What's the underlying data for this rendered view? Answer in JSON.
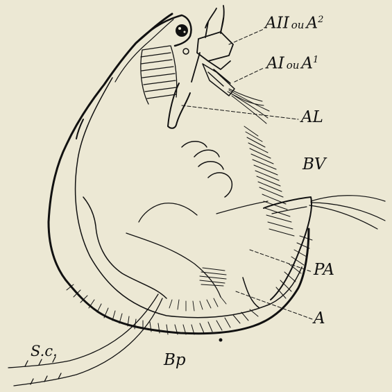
{
  "figure": {
    "background_color": "#ece8d4",
    "ink_color": "#111111"
  },
  "labels": {
    "a2": {
      "main": "AII",
      "mid": "ou",
      "end": "A",
      "sup": "2"
    },
    "a1": {
      "main": "AI",
      "mid": "ou",
      "end": "A",
      "sup": "1"
    },
    "al": "AL",
    "bv": "BV",
    "pa": "PA",
    "a": "A",
    "sc": "S.c.",
    "bp": "Bp"
  }
}
